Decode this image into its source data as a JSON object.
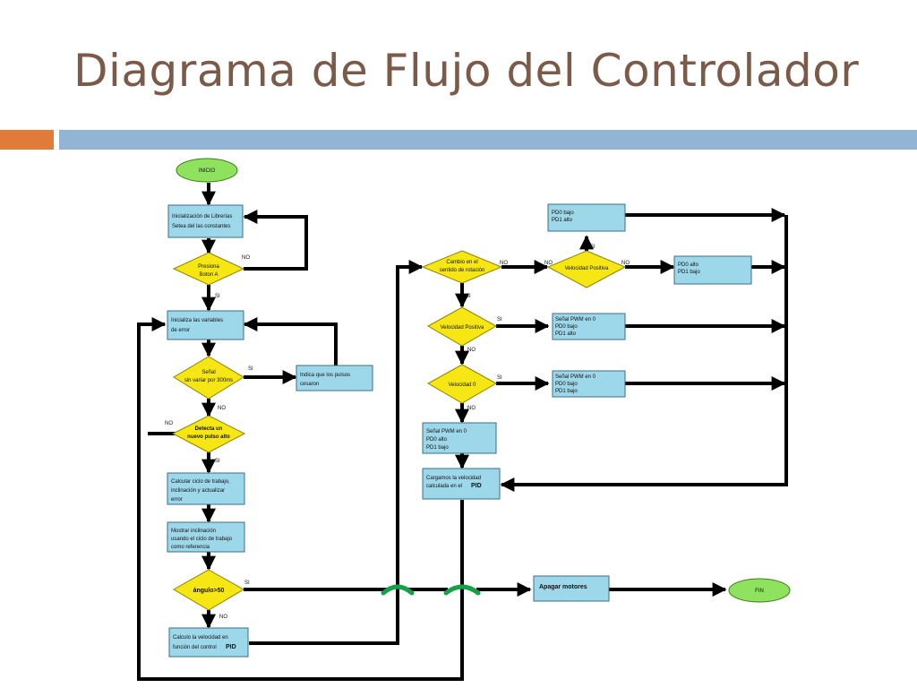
{
  "slide": {
    "title": "Diagrama de Flujo del Controlador"
  },
  "colors": {
    "title": "#7b5a49",
    "accent_orange": "#e07b39",
    "accent_blue": "#93b5d4",
    "process_box": "#9dd7ea",
    "decision": "#f5e614",
    "terminal": "#8fe25d",
    "crossover_arc": "#16a047"
  },
  "diagram": {
    "inicio": "INICIO",
    "fin": "FIN",
    "init_libs": [
      "Inicialización de Librerías",
      "Setea del las constantes"
    ],
    "dec_boton": [
      "Presiona",
      "Boton A"
    ],
    "init_vars": [
      "Inicializa las variables",
      "de error"
    ],
    "dec_senal": [
      "Señal",
      "sin variar por 300ms"
    ],
    "pulsos": [
      "Indica que los pulsos",
      "cesaron"
    ],
    "dec_pulso": [
      "Detecta un",
      "nuevo pulso alto"
    ],
    "calc_ciclo": [
      "Calcular ciclo de trabajo,",
      "inclinación y actualizar",
      "error"
    ],
    "mostrar": [
      "Mostrar inclinación",
      "usando el ciclo de trabajo",
      "como referencia"
    ],
    "dec_angulo": [
      "ángulo>50"
    ],
    "calc_vel": [
      "Calculo la velocidad en",
      "función del control",
      "PID"
    ],
    "dec_cambio": [
      "Cambio en el",
      "sentido de rotación"
    ],
    "dec_velpos_top": [
      "Velocidad Positiva"
    ],
    "pd_top": [
      "PD0 bajo",
      "PD1 alto"
    ],
    "pd_right": [
      "PD0 alto",
      "PD1 bajo"
    ],
    "dec_velpos": [
      "Velocidad Positiva"
    ],
    "pwm1": [
      "Señal PWM en 0",
      "PD0 bajo",
      "PD1 alto"
    ],
    "dec_vel0": [
      "Velocidad 0"
    ],
    "pwm2": [
      "Señal PWM en 0",
      "PD0 bajo",
      "PD1 bajo"
    ],
    "pwm3": [
      "Señal PWM en 0",
      "PD0 alto",
      "PD1 bajo"
    ],
    "cargamos": [
      "Cargamos la velocidad",
      "calculada en el ",
      "PID"
    ],
    "apagar": [
      "Apagar motores"
    ],
    "labels": {
      "no": "NO",
      "si": "SI"
    }
  }
}
